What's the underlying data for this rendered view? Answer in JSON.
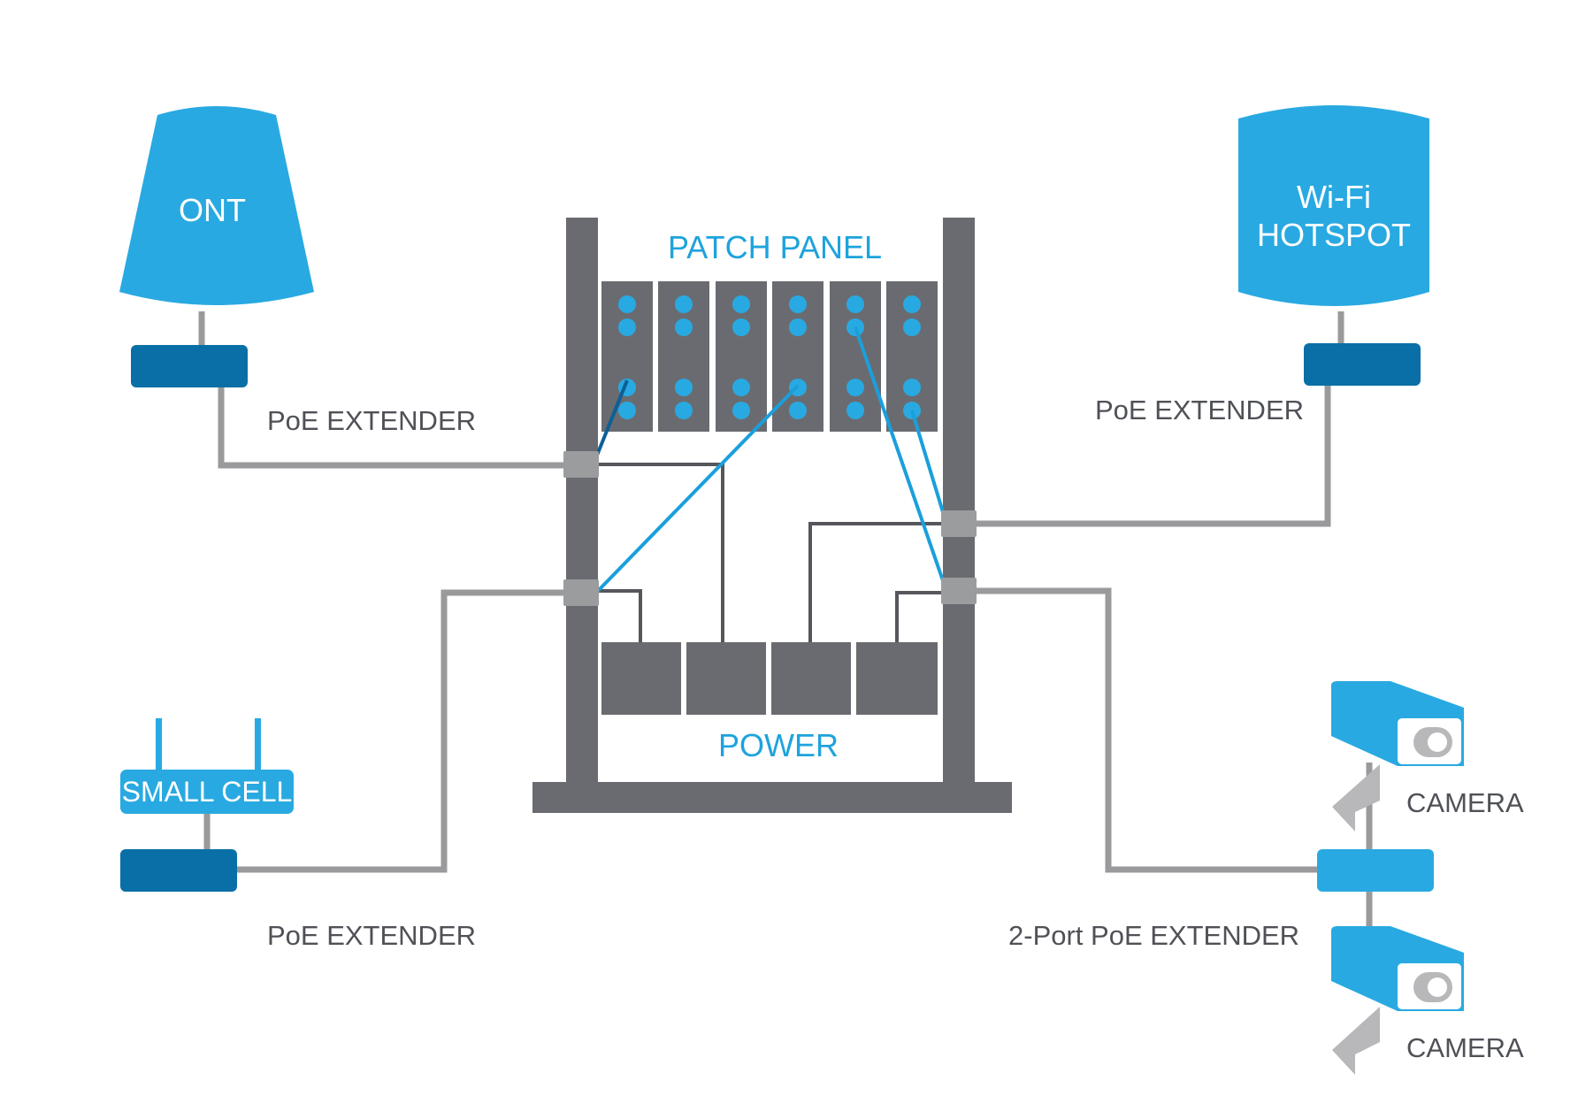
{
  "labels": {
    "patch_panel": "PATCH PANEL",
    "power": "POWER",
    "ont": "ONT",
    "wifi_line1": "Wi-Fi",
    "wifi_line2": "HOTSPOT",
    "small_cell": "SMALL CELL",
    "poe_extender_ont": "PoE EXTENDER",
    "poe_extender_wifi": "PoE EXTENDER",
    "poe_extender_small_cell": "PoE EXTENDER",
    "two_port_poe_extender": "2-Port PoE EXTENDER",
    "camera_top": "CAMERA",
    "camera_bottom": "CAMERA"
  },
  "colors": {
    "device_blue": "#29a9e1",
    "extender_blue": "#0a6fa6",
    "rack_gray": "#6a6b70",
    "wire_gray": "#9a9a9c",
    "patch_cable_blue": "#1a9fdc",
    "patch_cable_dark": "#0d5f97",
    "text_dark": "#4f5157",
    "text_blue": "#1ea3dc"
  },
  "icons": {
    "ont": "ont-lamp-icon",
    "wifi": "wifi-hotspot-cylinder-icon",
    "small_cell": "small-cell-router-icon",
    "camera": "security-camera-icon",
    "extender": "poe-extender-box-icon",
    "rack": "equipment-rack-icon"
  }
}
